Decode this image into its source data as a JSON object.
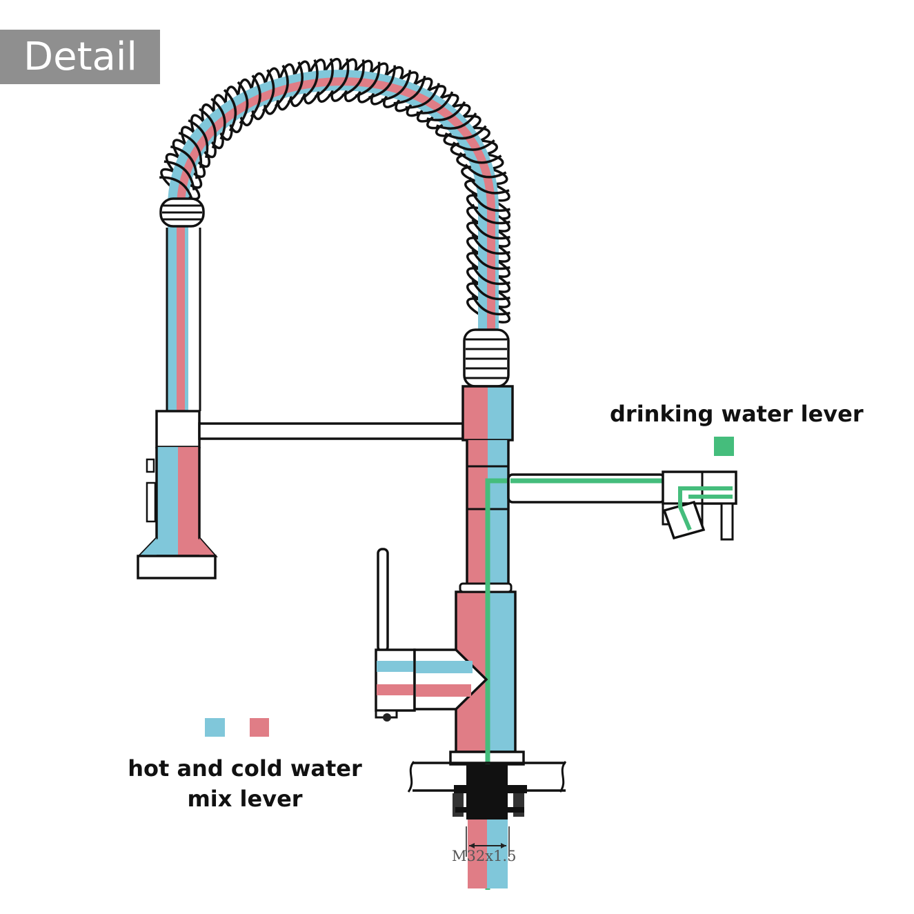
{
  "header": {
    "tag": "Detail"
  },
  "labels": {
    "drinking_lever": "drinking water lever",
    "mix_lever_line1": "hot and cold water",
    "mix_lever_line2": "mix lever",
    "thread_spec": "M32x1.5"
  },
  "colors": {
    "hot": "#e07d86",
    "cold": "#80c7da",
    "drinking": "#45bd7c",
    "outline": "#111111",
    "tag_bg": "#8f8f8f"
  },
  "legend": {
    "mix": [
      "cold",
      "hot"
    ],
    "drinking": [
      "drinking"
    ]
  }
}
